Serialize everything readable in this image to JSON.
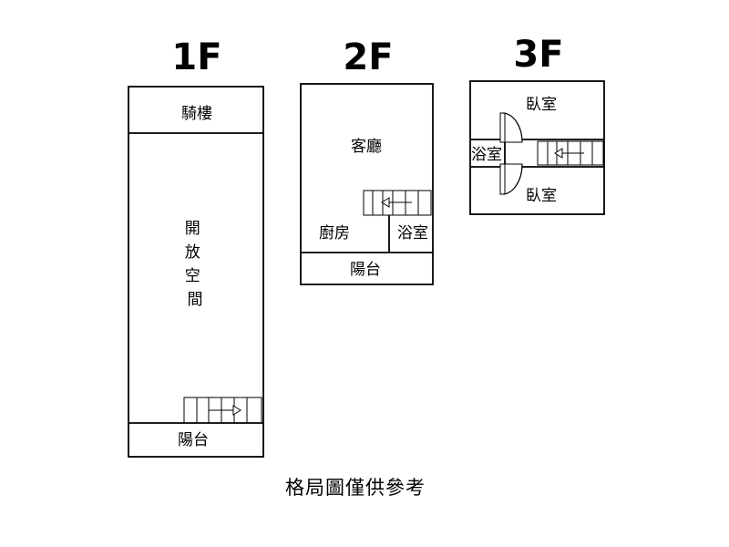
{
  "floors": [
    {
      "title": "1F",
      "rooms": {
        "arcade": "騎樓",
        "open_space": "開放空間",
        "balcony": "陽台"
      }
    },
    {
      "title": "2F",
      "rooms": {
        "living": "客廳",
        "kitchen": "廚房",
        "bath": "浴室",
        "balcony": "陽台"
      }
    },
    {
      "title": "3F",
      "rooms": {
        "bedroom_top": "臥室",
        "bath": "浴室",
        "bedroom_bottom": "臥室"
      }
    }
  ],
  "caption": "格局圖僅供參考"
}
